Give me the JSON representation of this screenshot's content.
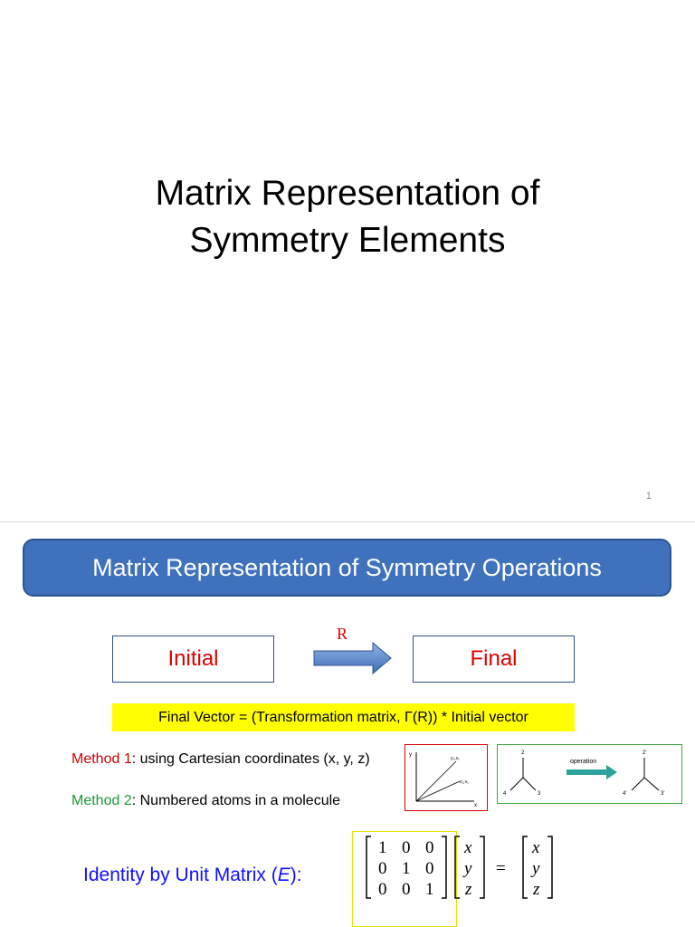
{
  "slide1": {
    "title_line1": "Matrix Representation of",
    "title_line2": "Symmetry Elements",
    "page_number": "1"
  },
  "slide2": {
    "banner_title": "Matrix Representation of Symmetry Operations",
    "initial_label": "Initial",
    "final_label": "Final",
    "operation_label": "R",
    "formula": "Final Vector = (Transformation matrix, Γ(R)) * Initial vector",
    "method1_label": "Method 1",
    "method1_text": ": using Cartesian coordinates (x, y, z)",
    "method2_label": "Method 2",
    "method2_text": ": Numbered atoms in a molecule",
    "fig1": {
      "axis_y": "y",
      "axis_x": "x",
      "point_label1": "y₁,x₁",
      "point_label2": "z₁,x₁"
    },
    "fig2": {
      "atom_top_left": "2",
      "atom_left": "4",
      "atom_right": "3",
      "operation_text": "operation",
      "atom_top_right": "2'",
      "atom_left_right": "4'",
      "atom_right_right": "3'"
    },
    "identity_prefix": "Identity by Unit Matrix (",
    "identity_symbol": "E",
    "identity_suffix": "):",
    "matrix": {
      "row1": [
        "1",
        "0",
        "0"
      ],
      "row2": [
        "0",
        "1",
        "0"
      ],
      "row3": [
        "0",
        "0",
        "1"
      ],
      "vector_in": [
        "x",
        "y",
        "z"
      ],
      "equals": "=",
      "vector_out": [
        "x",
        "y",
        "z"
      ]
    }
  }
}
